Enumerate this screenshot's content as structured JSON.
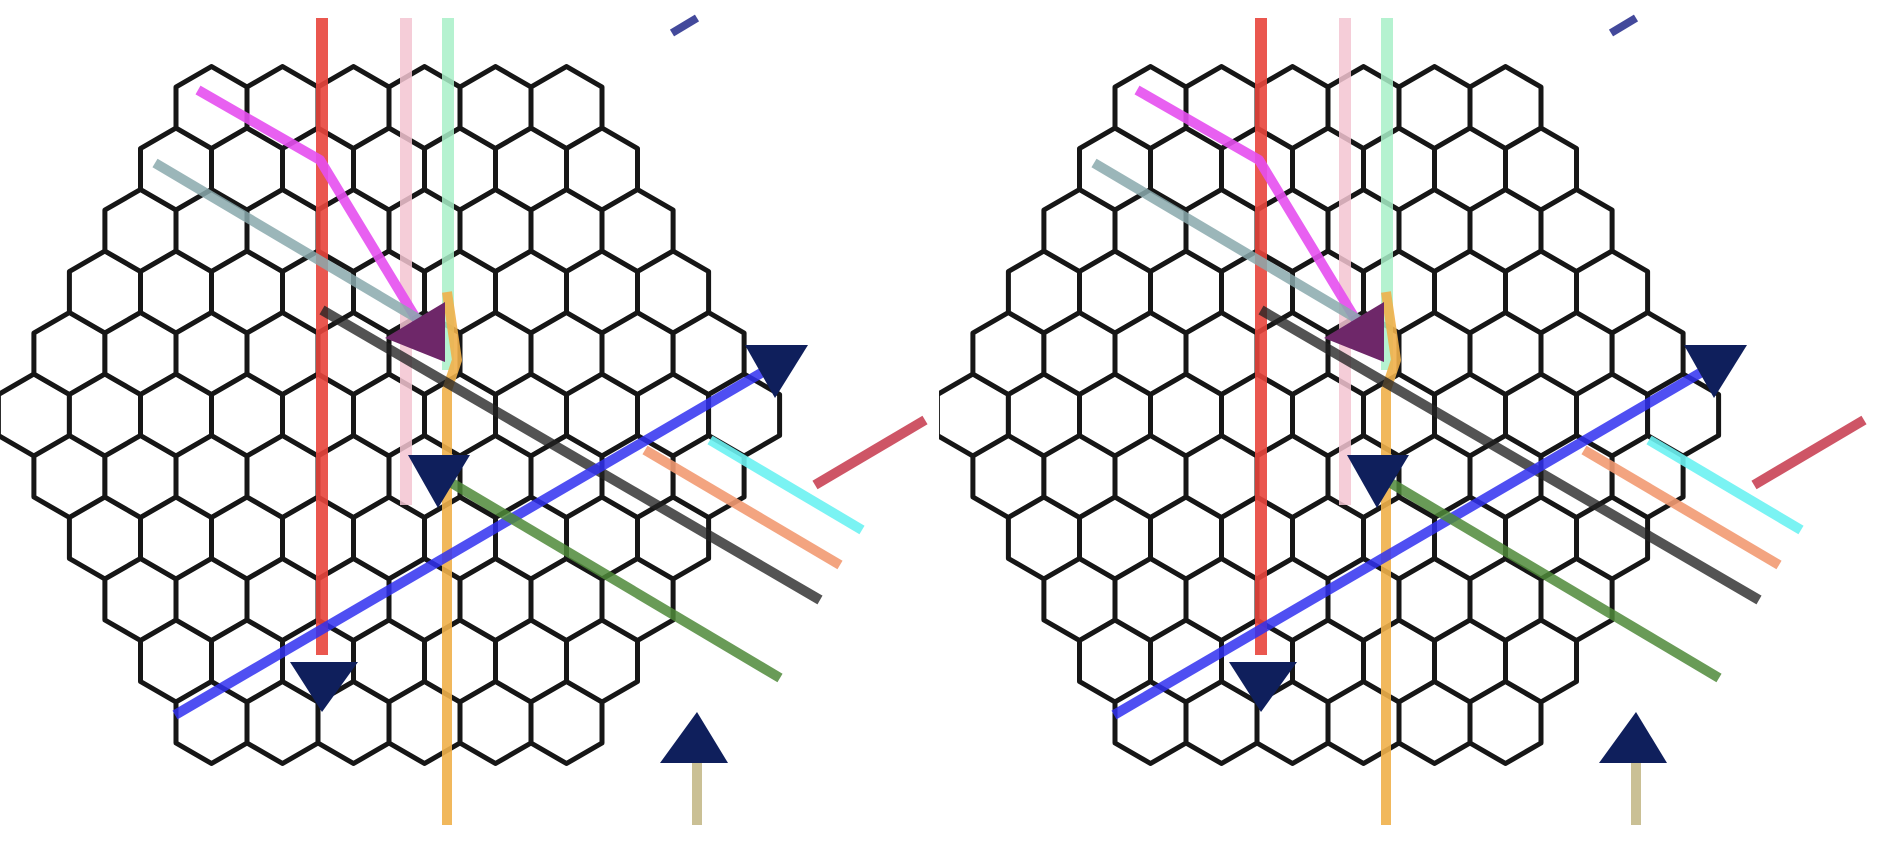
{
  "board": {
    "name": "hex-path-board",
    "panels": [
      "left-board",
      "right-board"
    ]
  },
  "colors": {
    "grid_stroke": "#161616",
    "background": "#ffffff",
    "arrow_primary": "#0f1f5c",
    "arrow_highlight": "#6e2769"
  },
  "paths": [
    {
      "id": "red-path",
      "color": "#e8453c"
    },
    {
      "id": "pink-path",
      "color": "#f3c4d1"
    },
    {
      "id": "mint-path",
      "color": "#a8f0c8"
    },
    {
      "id": "magenta-path",
      "color": "#e64ff0"
    },
    {
      "id": "slate-path",
      "color": "#8aa9ad"
    },
    {
      "id": "orange-path",
      "color": "#f0b04a"
    },
    {
      "id": "black-path",
      "color": "#222222"
    },
    {
      "id": "blue-path",
      "color": "#3030f0"
    },
    {
      "id": "green-path",
      "color": "#4f8a3a"
    },
    {
      "id": "salmon-path",
      "color": "#f29a72"
    },
    {
      "id": "cyan-path",
      "color": "#6cf2f2"
    },
    {
      "id": "crimson-path",
      "color": "#c94255"
    },
    {
      "id": "khaki-path",
      "color": "#c4b98a"
    },
    {
      "id": "navy-stub-path",
      "color": "#2f3590"
    }
  ],
  "markers": [
    {
      "id": "start-marker",
      "icon": "triangle-left-icon",
      "color": "#6e2769"
    },
    {
      "id": "arrow-up-right",
      "icon": "triangle-up-right-icon",
      "color": "#0f1f5c"
    },
    {
      "id": "arrow-down-center",
      "icon": "triangle-down-icon",
      "color": "#0f1f5c"
    },
    {
      "id": "arrow-down-left",
      "icon": "triangle-down-icon",
      "color": "#0f1f5c"
    },
    {
      "id": "arrow-up-bottom",
      "icon": "triangle-up-icon",
      "color": "#0f1f5c"
    }
  ]
}
